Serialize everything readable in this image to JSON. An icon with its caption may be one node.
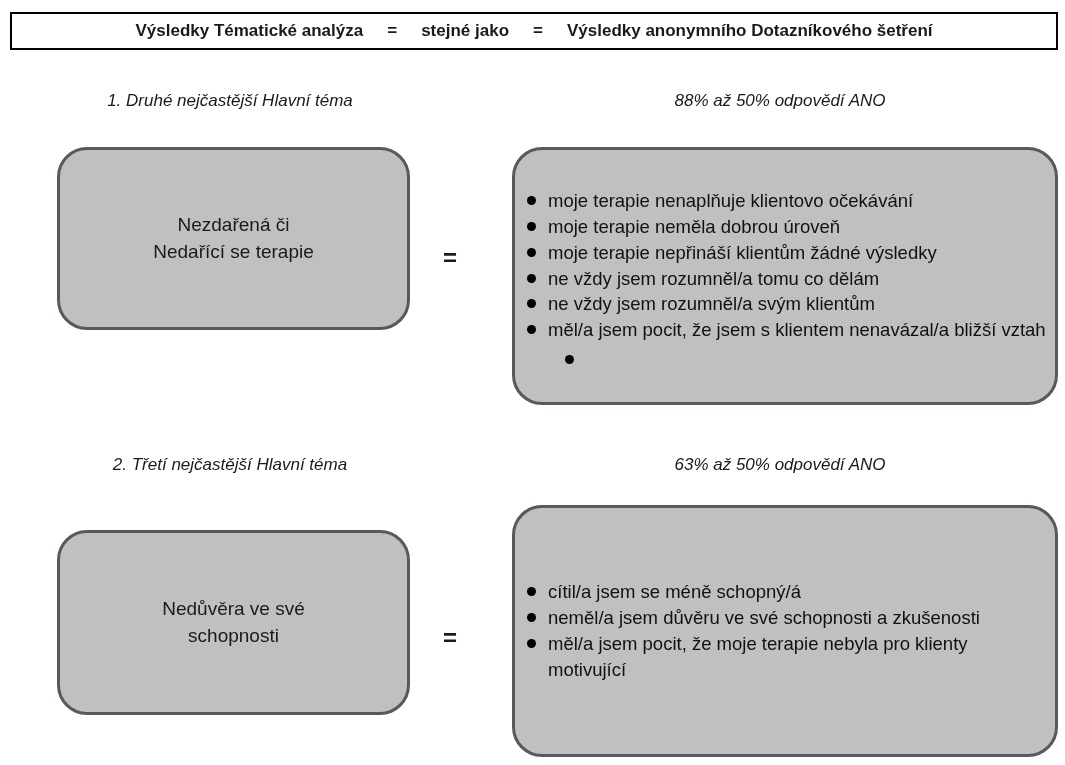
{
  "diagram": {
    "nodes": [
      {
        "text": [
          "Výsledky Tématické analýza",
          "=",
          "stejné jako",
          "=",
          "Výsledky anonymního Dotazníkového šetření"
        ]
      },
      {
        "text": [
          "Nezdařená či Nedařící se terapie"
        ]
      },
      {
        "text": [
          "moje terapie nenaplňuje klientovo očekávání",
          "moje terapie neměla dobrou úroveň",
          "moje terapie nepřináší klientům žádné výsledky",
          "ne vždy jsem rozumněl/a tomu co dělám",
          "ne vždy jsem rozumněl/a svým klientům",
          "měl/a jsem pocit, že jsem s klientem nenavázal/a bližší vztah"
        ]
      },
      {
        "text": [
          "Nedůvěra ve své schopnosti"
        ]
      },
      {
        "text": [
          "cítil/a jsem se méně schopný/á",
          "neměl/a jsem důvěru ve své schopnosti a zkušenosti",
          "měl/a jsem pocit, že moje terapie nebyla pro klienty motivující"
        ]
      }
    ],
    "labels": [
      "1. Druhé nejčastější Hlavní téma",
      "88% až 50% odpovědí ANO",
      "=",
      "2. Třetí nejčastější Hlavní téma",
      "63% až 50% odpovědí ANO",
      "="
    ]
  }
}
